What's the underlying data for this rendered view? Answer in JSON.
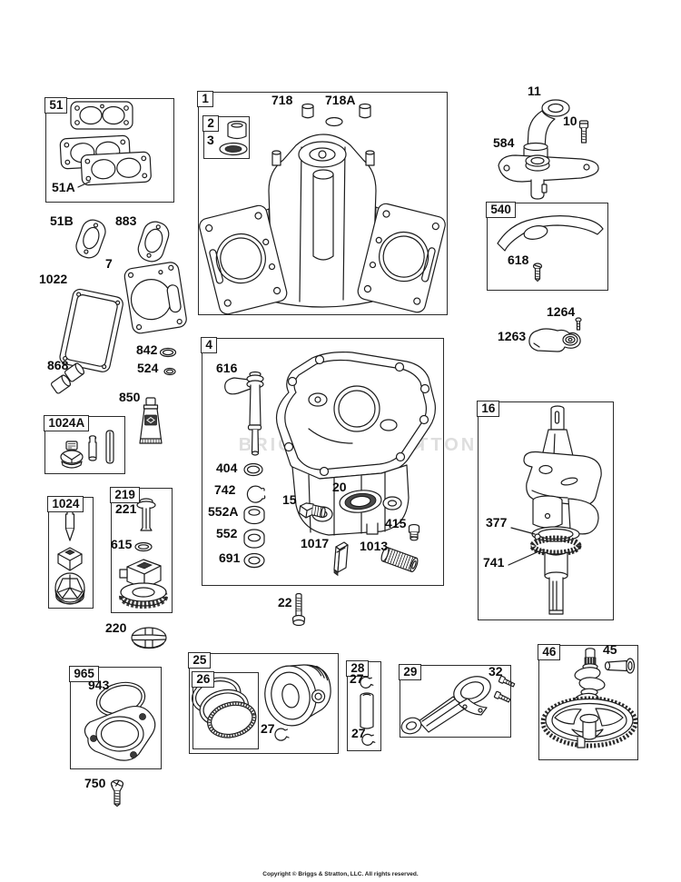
{
  "page": {
    "copyright": "Copyright © Briggs & Stratton, LLC. All rights reserved.",
    "watermark": "BRIGGS & STRATTON",
    "line_color": "#1c1c1c",
    "background": "#ffffff"
  },
  "boxes": {
    "b51": "51",
    "b1": "1",
    "b2": "2",
    "b540": "540",
    "b4": "4",
    "b16": "16",
    "b1024a": "1024A",
    "b1024": "1024",
    "b219": "219",
    "b965": "965",
    "b25": "25",
    "b26": "26",
    "b28": "28",
    "b29": "29",
    "b46": "46"
  },
  "callouts": {
    "c51a": "51A",
    "c51b": "51B",
    "c883": "883",
    "c7": "7",
    "c1022": "1022",
    "c842": "842",
    "c524": "524",
    "c868": "868",
    "c850": "850",
    "c718": "718",
    "c718a": "718A",
    "c3": "3",
    "c11": "11",
    "c10": "10",
    "c584": "584",
    "c618": "618",
    "c1264": "1264",
    "c1263": "1263",
    "c616": "616",
    "c404": "404",
    "c742": "742",
    "c552a": "552A",
    "c552": "552",
    "c691": "691",
    "c15": "15",
    "c20": "20",
    "c415": "415",
    "c1017": "1017",
    "c1013": "1013",
    "c22": "22",
    "c221": "221",
    "c615": "615",
    "c220": "220",
    "c377": "377",
    "c741": "741",
    "c943": "943",
    "c750": "750",
    "c27a": "27",
    "c27b": "27",
    "c27c": "27",
    "c32": "32",
    "c45": "45"
  }
}
